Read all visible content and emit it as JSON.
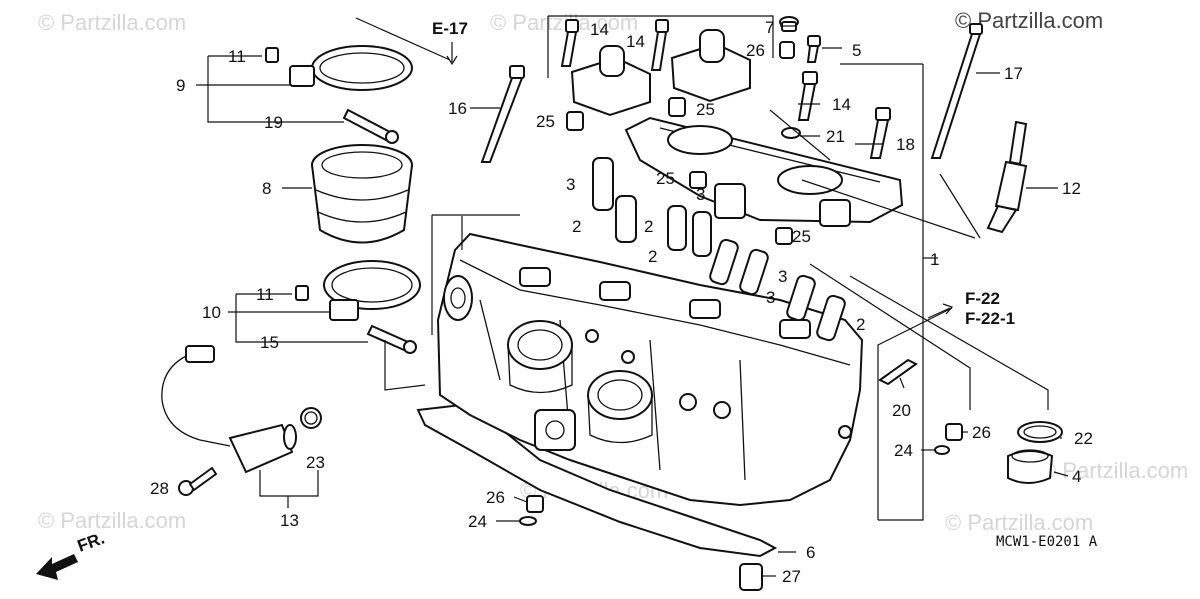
{
  "watermark": "© Partzilla.com",
  "diagram_code": "MCW1-E0201 A",
  "front_indicator": "FR.",
  "references": {
    "e17": "E-17",
    "f22": "F-22",
    "f22_1": "F-22-1"
  },
  "callouts": {
    "c1": "1",
    "c2a": "2",
    "c2b": "2",
    "c2c": "2",
    "c2d": "2",
    "c3a": "3",
    "c3b": "3",
    "c3c": "3",
    "c3d": "3",
    "c4": "4",
    "c5": "5",
    "c6": "6",
    "c7": "7",
    "c8": "8",
    "c9": "9",
    "c10": "10",
    "c11a": "11",
    "c11b": "11",
    "c12": "12",
    "c13": "13",
    "c14a": "14",
    "c14b": "14",
    "c14c": "14",
    "c15": "15",
    "c16": "16",
    "c17": "17",
    "c18": "18",
    "c19": "19",
    "c20": "20",
    "c21": "21",
    "c22": "22",
    "c23": "23",
    "c24a": "24",
    "c24b": "24",
    "c25a": "25",
    "c25b": "25",
    "c25c": "25",
    "c25d": "25",
    "c26a": "26",
    "c26b": "26",
    "c26c": "26",
    "c27": "27",
    "c28": "28"
  }
}
